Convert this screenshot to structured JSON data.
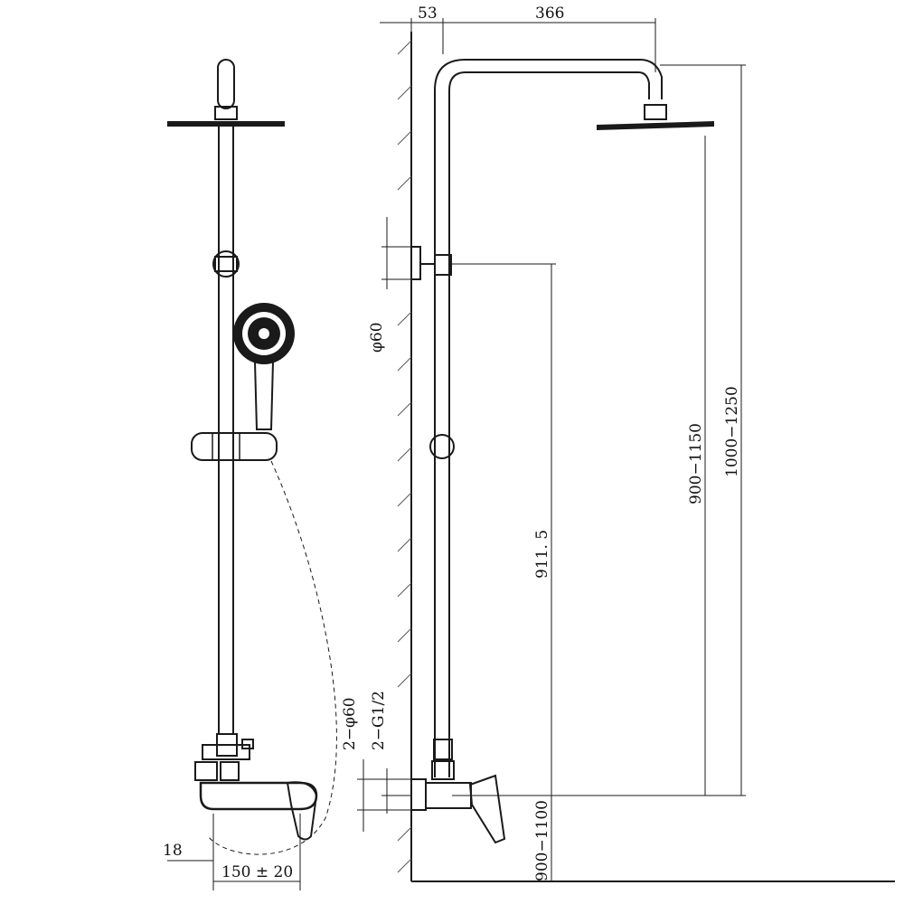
{
  "drawing": {
    "top_dims": {
      "wall_offset": "53",
      "arm_length": "366"
    },
    "vertical_dims": {
      "bracket_dia": "φ60",
      "inlet_count_dia": "2−φ60",
      "inlet_thread": "2−G1/2",
      "bar_height": "911. 5",
      "head_height": "900−1150",
      "total_height": "1000−1250",
      "mixer_height": "900−1100"
    },
    "front_dims": {
      "eccentric": "18",
      "inlet_spacing": "150 ± 20"
    }
  }
}
